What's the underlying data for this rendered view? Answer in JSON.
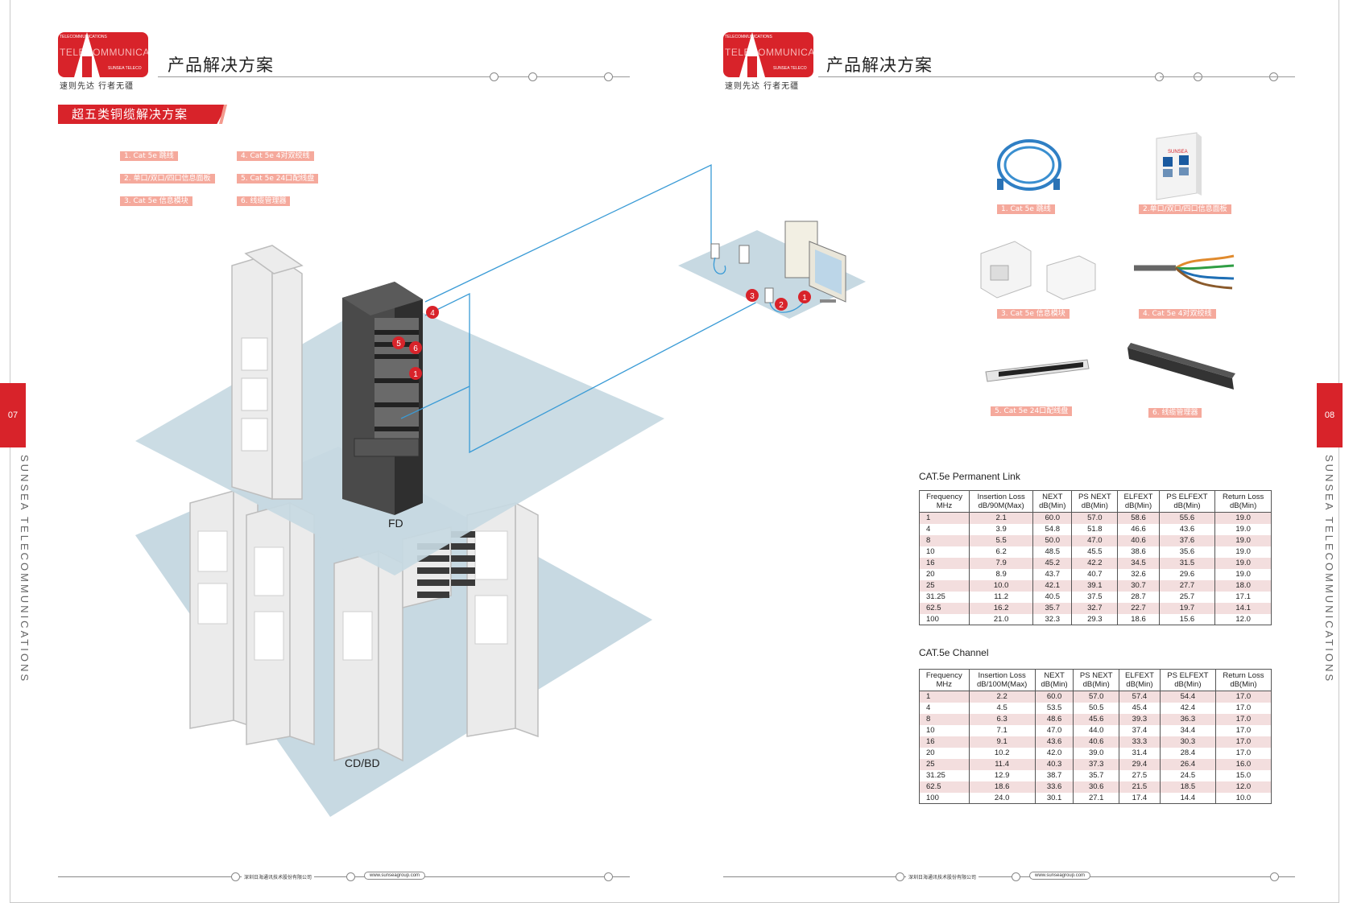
{
  "left_page": {
    "logo": {
      "line1": "TELECOMMUNICATIONS",
      "line2": "TELECOMMUNICATI",
      "line3": "SUNSEA TELECO",
      "slogan": "速则先达  行者无疆"
    },
    "header_title": "产品解决方案",
    "section_title": "超五类铜缆解决方案",
    "legend": [
      "1. Cat 5e 跳线",
      "2. 单口/双口/四口信息面板",
      "3. Cat 5e 信息模块",
      "4. Cat 5e 4对双绞线",
      "5. Cat 5e 24口配线盘",
      "6. 线缆管理器"
    ],
    "page_number": "07",
    "side_text": "SUNSEA TELECOMMUNICATIONS",
    "diagram_labels": {
      "fd": "FD",
      "cdbd": "CD/BD",
      "markers": [
        "4",
        "5",
        "6",
        "1"
      ],
      "desk_markers": [
        "3",
        "2",
        "1"
      ]
    },
    "footer": {
      "company": "深圳日海通讯技术股份有限公司",
      "url": "www.sunseagroup.com"
    }
  },
  "right_page": {
    "logo": {
      "line1": "TELECOMMUNICATIONS",
      "line2": "TELECOMMUNICATI",
      "line3": "SUNSEA TELECO",
      "slogan": "速则先达  行者无疆"
    },
    "header_title": "产品解决方案",
    "page_number": "08",
    "side_text": "SUNSEA TELECOMMUNICATIONS",
    "products": [
      {
        "caption": "1. Cat 5e 跳线",
        "icon": "patch-cord-icon"
      },
      {
        "caption": "2.单口/双口/四口信息面板",
        "icon": "faceplate-icon",
        "brand": "SUNSEA"
      },
      {
        "caption": "3. Cat 5e 信息模块",
        "icon": "keystone-jack-icon"
      },
      {
        "caption": "4. Cat 5e 4对双绞线",
        "icon": "twisted-pair-cable-icon"
      },
      {
        "caption": "5. Cat 5e 24口配线盘",
        "icon": "patch-panel-icon"
      },
      {
        "caption": "6. 线缆管理器",
        "icon": "cable-manager-icon"
      }
    ],
    "tables": [
      {
        "title": "CAT.5e Permanent Link",
        "headers": [
          [
            "Frequency",
            "MHz"
          ],
          [
            "Insertion Loss",
            "dB/90M(Max)"
          ],
          [
            "NEXT",
            "dB(Min)"
          ],
          [
            "PS NEXT",
            "dB(Min)"
          ],
          [
            "ELFEXT",
            "dB(Min)"
          ],
          [
            "PS ELFEXT",
            "dB(Min)"
          ],
          [
            "Return Loss",
            "dB(Min)"
          ]
        ],
        "rows": [
          [
            "1",
            "2.1",
            "60.0",
            "57.0",
            "58.6",
            "55.6",
            "19.0"
          ],
          [
            "4",
            "3.9",
            "54.8",
            "51.8",
            "46.6",
            "43.6",
            "19.0"
          ],
          [
            "8",
            "5.5",
            "50.0",
            "47.0",
            "40.6",
            "37.6",
            "19.0"
          ],
          [
            "10",
            "6.2",
            "48.5",
            "45.5",
            "38.6",
            "35.6",
            "19.0"
          ],
          [
            "16",
            "7.9",
            "45.2",
            "42.2",
            "34.5",
            "31.5",
            "19.0"
          ],
          [
            "20",
            "8.9",
            "43.7",
            "40.7",
            "32.6",
            "29.6",
            "19.0"
          ],
          [
            "25",
            "10.0",
            "42.1",
            "39.1",
            "30.7",
            "27.7",
            "18.0"
          ],
          [
            "31.25",
            "11.2",
            "40.5",
            "37.5",
            "28.7",
            "25.7",
            "17.1"
          ],
          [
            "62.5",
            "16.2",
            "35.7",
            "32.7",
            "22.7",
            "19.7",
            "14.1"
          ],
          [
            "100",
            "21.0",
            "32.3",
            "29.3",
            "18.6",
            "15.6",
            "12.0"
          ]
        ]
      },
      {
        "title": "CAT.5e Channel",
        "headers": [
          [
            "Frequency",
            "MHz"
          ],
          [
            "Insertion Loss",
            "dB/100M(Max)"
          ],
          [
            "NEXT",
            "dB(Min)"
          ],
          [
            "PS NEXT",
            "dB(Min)"
          ],
          [
            "ELFEXT",
            "dB(Min)"
          ],
          [
            "PS ELFEXT",
            "dB(Min)"
          ],
          [
            "Return Loss",
            "dB(Min)"
          ]
        ],
        "rows": [
          [
            "1",
            "2.2",
            "60.0",
            "57.0",
            "57.4",
            "54.4",
            "17.0"
          ],
          [
            "4",
            "4.5",
            "53.5",
            "50.5",
            "45.4",
            "42.4",
            "17.0"
          ],
          [
            "8",
            "6.3",
            "48.6",
            "45.6",
            "39.3",
            "36.3",
            "17.0"
          ],
          [
            "10",
            "7.1",
            "47.0",
            "44.0",
            "37.4",
            "34.4",
            "17.0"
          ],
          [
            "16",
            "9.1",
            "43.6",
            "40.6",
            "33.3",
            "30.3",
            "17.0"
          ],
          [
            "20",
            "10.2",
            "42.0",
            "39.0",
            "31.4",
            "28.4",
            "17.0"
          ],
          [
            "25",
            "11.4",
            "40.3",
            "37.3",
            "29.4",
            "26.4",
            "16.0"
          ],
          [
            "31.25",
            "12.9",
            "38.7",
            "35.7",
            "27.5",
            "24.5",
            "15.0"
          ],
          [
            "62.5",
            "18.6",
            "33.6",
            "30.6",
            "21.5",
            "18.5",
            "12.0"
          ],
          [
            "100",
            "24.0",
            "30.1",
            "27.1",
            "17.4",
            "14.4",
            "10.0"
          ]
        ]
      }
    ],
    "footer": {
      "company": "深圳日海通讯技术股份有限公司",
      "url": "www.sunseagroup.com"
    }
  },
  "colors": {
    "brand_red": "#d8232a",
    "caption_pink": "#f5a99c",
    "floor_blue": "#c7d9e2",
    "cable_blue": "#3a9bd6"
  }
}
